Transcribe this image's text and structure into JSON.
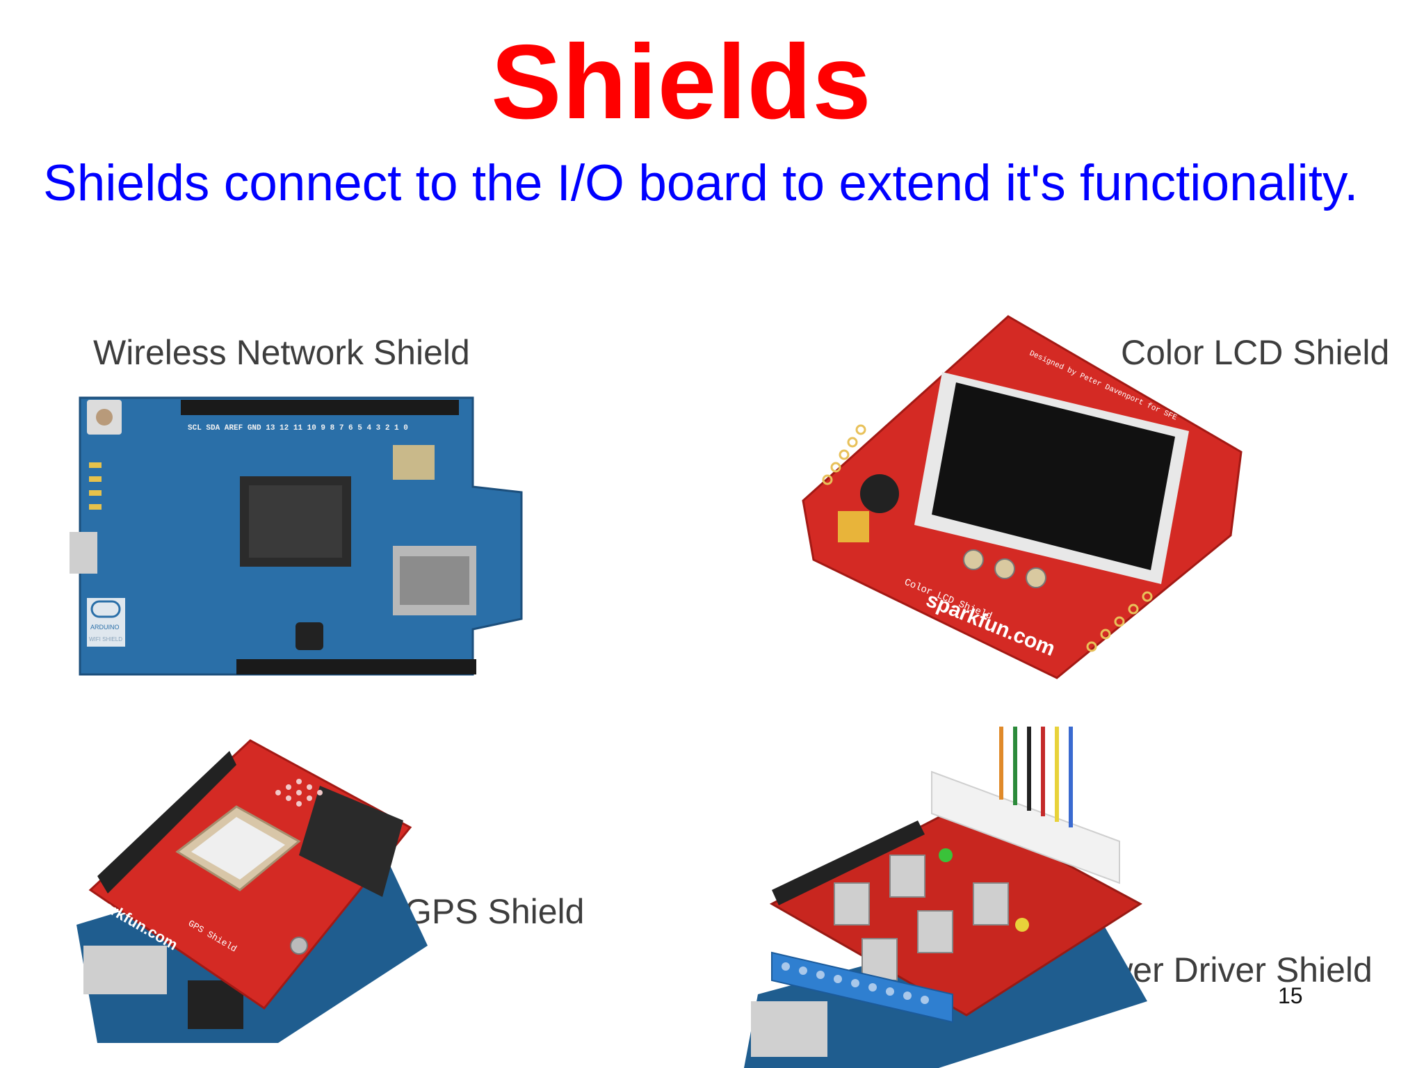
{
  "slide": {
    "title": "Shields",
    "subtitle": "Shields connect to the I/O board to extend it's functionality.",
    "page_number": "15"
  },
  "shields": {
    "wireless": {
      "label": "Wireless Network Shield",
      "board_color": "#2a6fa8",
      "logo_text": "ARDUINO",
      "model_text": "WIFI SHIELD"
    },
    "lcd": {
      "label": "Color LCD Shield",
      "board_color": "#d42a24",
      "brand_text": "sparkfun.com",
      "model_text": "Color LCD Shield",
      "credit_text": "Designed by Peter Davenport for SFE"
    },
    "gps": {
      "label": "GPS Shield",
      "board_color": "#d42a24",
      "brand_text": "sparkfun.com",
      "model_text": "GPS Shield"
    },
    "power": {
      "label": "Power Driver Shield",
      "board_color": "#c8261f"
    }
  },
  "colors": {
    "title": "#ff0000",
    "subtitle": "#0000ff",
    "caption": "#3d3d3d"
  }
}
